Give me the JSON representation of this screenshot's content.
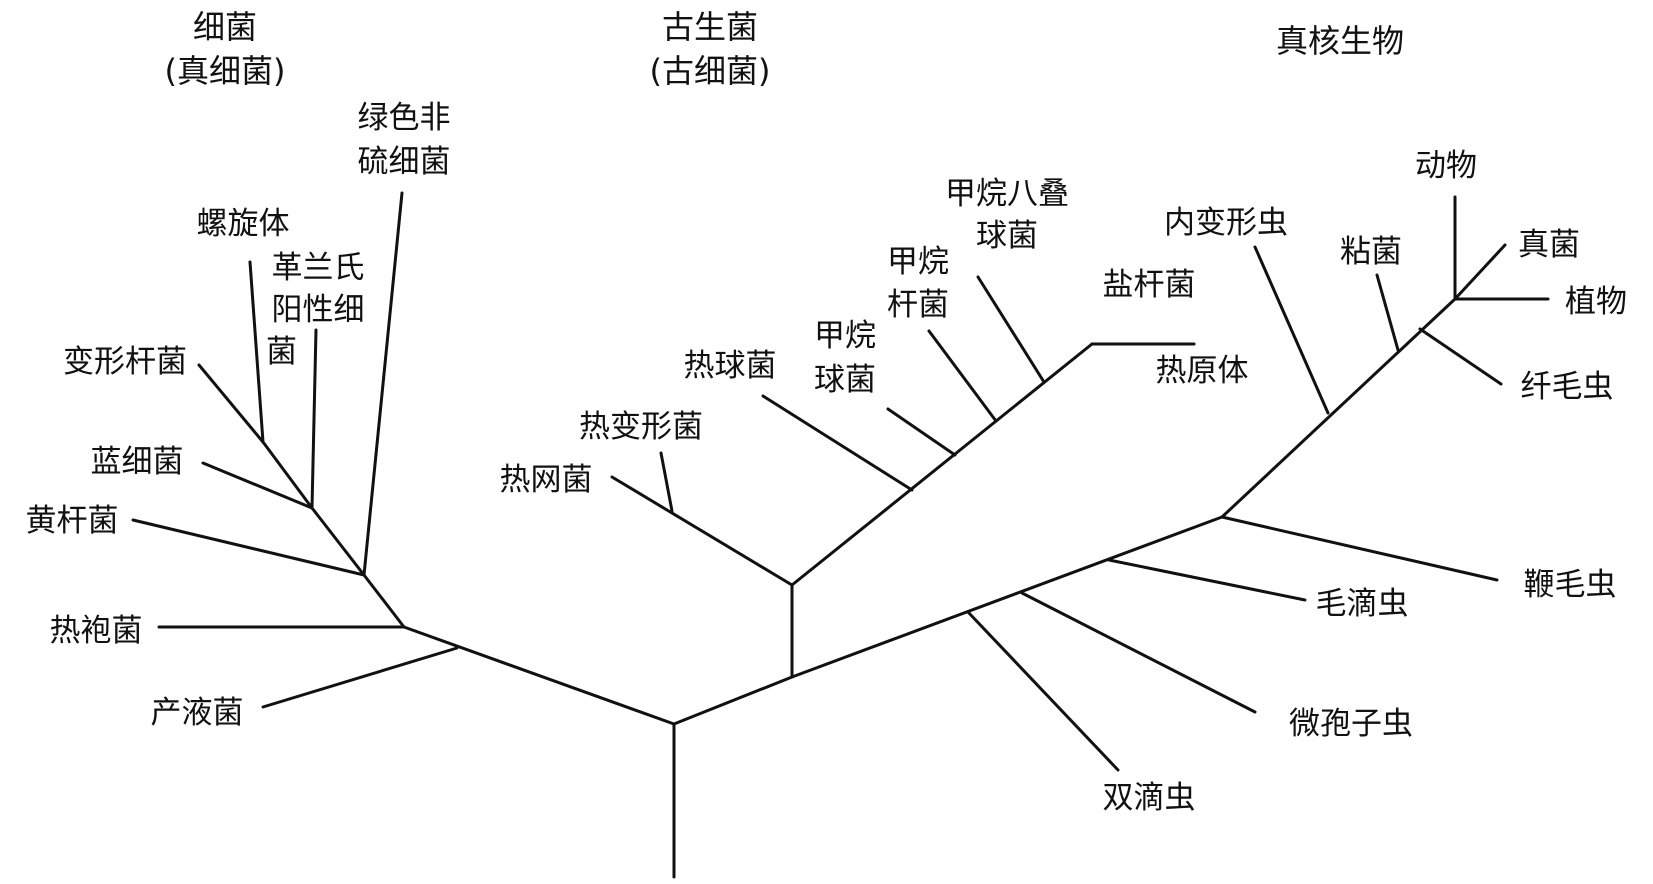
{
  "domains": {
    "bacteria": {
      "line1": "细菌",
      "line2": "(真细菌)"
    },
    "archaea": {
      "line1": "古生菌",
      "line2": "(古细菌)"
    },
    "eukarya": {
      "line1": "真核生物"
    }
  },
  "taxa": {
    "green_nonsulfur": {
      "line1": "绿色非",
      "line2": "硫细菌"
    },
    "spirochetes": {
      "line1": "螺旋体"
    },
    "gram_positive": {
      "line1": "革兰氏",
      "line2": "阳性细",
      "line3": "菌"
    },
    "proteobacteria": {
      "line1": "变形杆菌"
    },
    "cyanobacteria": {
      "line1": "蓝细菌"
    },
    "flavobacteria": {
      "line1": "黄杆菌"
    },
    "thermotoga": {
      "line1": "热袍菌"
    },
    "aquifex": {
      "line1": "产液菌"
    },
    "methanosarcina": {
      "line1": "甲烷八叠",
      "line2": "球菌"
    },
    "methanobacterium": {
      "line1": "甲烷",
      "line2": "杆菌"
    },
    "methanococcus": {
      "line1": "甲烷",
      "line2": "球菌"
    },
    "thermococcus": {
      "line1": "热球菌"
    },
    "thermoproteus": {
      "line1": "热变形菌"
    },
    "pyrodictium": {
      "line1": "热网菌"
    },
    "halobacteria": {
      "line1": "盐杆菌"
    },
    "thermoplasma": {
      "line1": "热原体"
    },
    "entamoebae": {
      "line1": "内变形虫"
    },
    "slime_molds": {
      "line1": "粘菌"
    },
    "animals": {
      "line1": "动物"
    },
    "fungi": {
      "line1": "真菌"
    },
    "plants": {
      "line1": "植物"
    },
    "ciliates": {
      "line1": "纤毛虫"
    },
    "flagellates": {
      "line1": "鞭毛虫"
    },
    "trichomonads": {
      "line1": "毛滴虫"
    },
    "microsporidia": {
      "line1": "微孢子虫"
    },
    "diplomonads": {
      "line1": "双滴虫"
    }
  }
}
